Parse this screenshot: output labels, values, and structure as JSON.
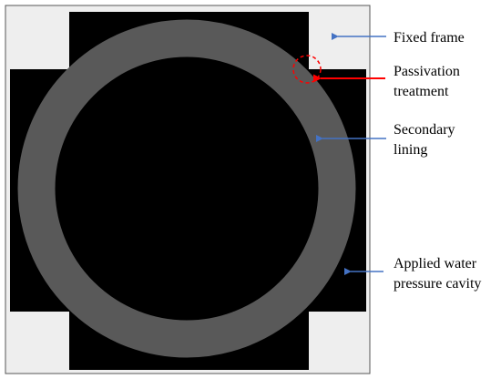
{
  "labels": {
    "fixed_frame": "Fixed frame",
    "passivation_line1": "Passivation",
    "passivation_line2": "treatment",
    "secondary_line1": "Secondary",
    "secondary_line2": "lining",
    "cavity_line1": "Applied water",
    "cavity_line2": "pressure cavity"
  },
  "colors": {
    "frame_fill": "#eeeeee",
    "frame_border": "#555555",
    "cavity_fill": "#000000",
    "lining_fill": "#595959",
    "blue_arrow": "#4472c4",
    "red_arrow": "#ff0000"
  }
}
